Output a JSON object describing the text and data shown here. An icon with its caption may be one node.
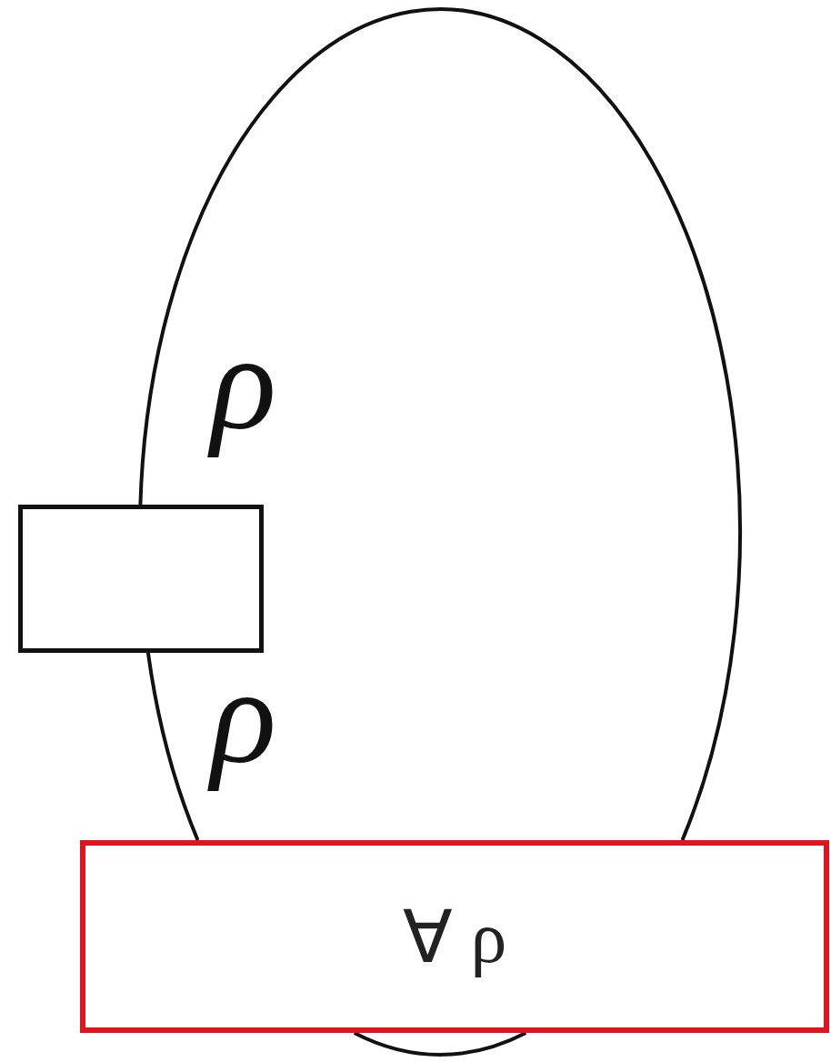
{
  "diagram": {
    "nodes": [
      {
        "text": [],
        "shape": "box"
      },
      {
        "text": [
          "∀ ρ"
        ]
      }
    ],
    "edges": [
      {
        "from": 0,
        "to": 1,
        "arrow": "none"
      },
      {
        "from": 1,
        "to": 0,
        "arrow": "none"
      },
      {
        "from": 1,
        "to": 1,
        "arrow": "none"
      }
    ],
    "labels": [
      "ρ",
      "ρ"
    ]
  }
}
